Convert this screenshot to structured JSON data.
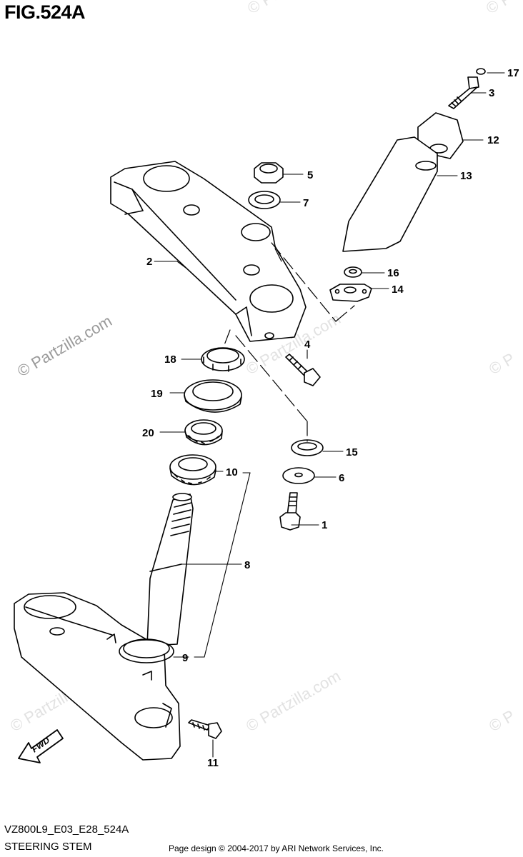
{
  "figure": {
    "title": "FIG.524A"
  },
  "watermark": {
    "text": "© Partzilla.com"
  },
  "footer": {
    "code": "VZ800L9_E03_E28_524A",
    "name": "STEERING STEM",
    "copyright": "Page design © 2004-2017 by ARI Network Services, Inc."
  },
  "fwd_label": "FWD",
  "parts": [
    {
      "n": "1"
    },
    {
      "n": "2"
    },
    {
      "n": "3"
    },
    {
      "n": "4"
    },
    {
      "n": "5"
    },
    {
      "n": "6"
    },
    {
      "n": "7"
    },
    {
      "n": "8"
    },
    {
      "n": "9"
    },
    {
      "n": "10"
    },
    {
      "n": "11"
    },
    {
      "n": "12"
    },
    {
      "n": "13"
    },
    {
      "n": "14"
    },
    {
      "n": "15"
    },
    {
      "n": "16"
    },
    {
      "n": "17"
    },
    {
      "n": "18"
    },
    {
      "n": "19"
    },
    {
      "n": "20"
    }
  ]
}
